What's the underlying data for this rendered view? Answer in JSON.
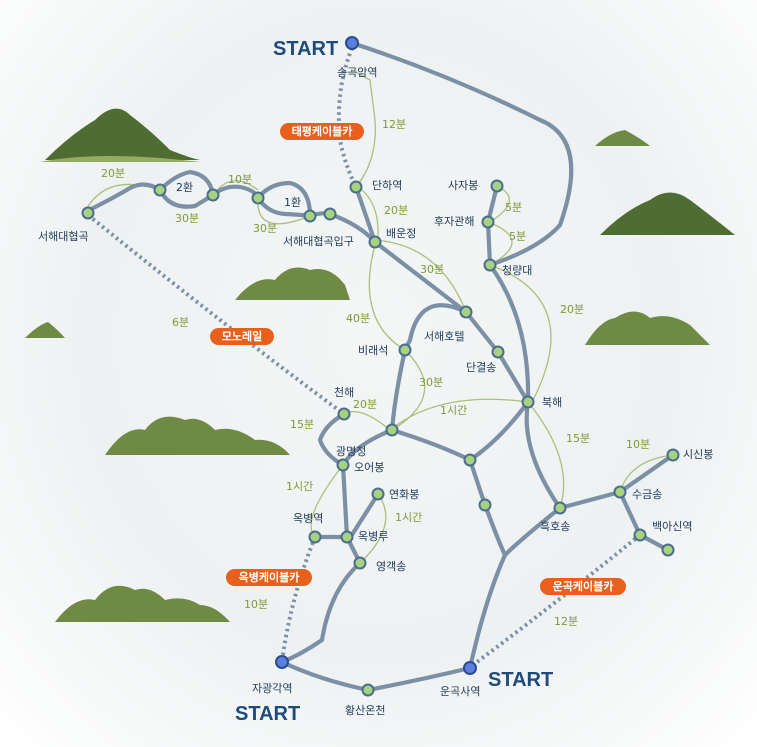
{
  "start_label": "START",
  "colors": {
    "route": "#7b90a5",
    "node": "#a7d27f",
    "start_node": "#5b7fe0",
    "cable_badge": "#e8601c",
    "time_text": "#7f9a36"
  },
  "stations": [
    "송곡암역",
    "단하역",
    "배운정",
    "서해대협곡입구",
    "1환",
    "2환",
    "서해대협곡",
    "사자봉",
    "후자관해",
    "청량대",
    "서해호텔",
    "단결송",
    "비래석",
    "천해",
    "광명정",
    "북해",
    "오어봉",
    "연화봉",
    "옥병역",
    "옥병루",
    "영객송",
    "흑호송",
    "수금송",
    "시신봉",
    "백아신역",
    "자광각역",
    "황산온천",
    "운곡사역"
  ],
  "cableways": [
    "태평케이블카",
    "모노레일",
    "옥병케이블카",
    "운곡케이블카"
  ],
  "times": [
    "12분",
    "20분",
    "10분",
    "30분",
    "30분",
    "20분",
    "5분",
    "5분",
    "30분",
    "40분",
    "20분",
    "6분",
    "30분",
    "20분",
    "1시간",
    "15분",
    "15분",
    "10분",
    "1시간",
    "1시간",
    "10분",
    "12분"
  ]
}
